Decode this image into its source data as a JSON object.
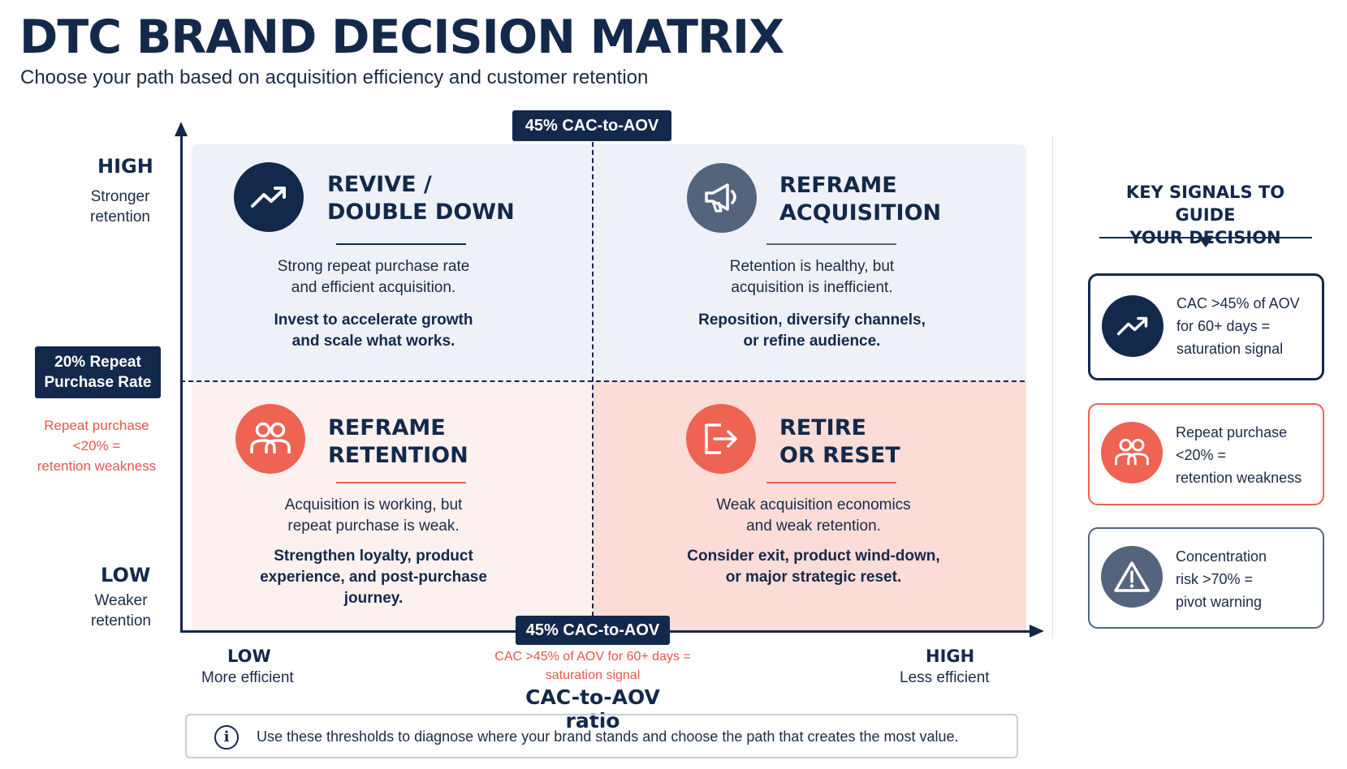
{
  "header": {
    "title": "DTC BRAND DECISION MATRIX",
    "subtitle": "Choose your path based on acquisition efficiency and customer retention"
  },
  "thresholds": {
    "x_top": "45% CAC-to-AOV",
    "x_bottom": "45% CAC-to-AOV",
    "y_line1": "20% Repeat",
    "y_line2": "Purchase Rate"
  },
  "y_axis": {
    "high": "HIGH",
    "high_sub1": "Stronger",
    "high_sub2": "retention",
    "low": "LOW",
    "low_sub1": "Weaker",
    "low_sub2": "retention",
    "note1": "Repeat purchase",
    "note2": "<20% =",
    "note3": "retention weakness"
  },
  "x_axis": {
    "title": "CAC-to-AOV ratio",
    "low": "LOW",
    "low_sub": "More efficient",
    "high": "HIGH",
    "high_sub": "Less efficient",
    "note1": "CAC >45% of AOV for 60+ days =",
    "note2": "saturation signal"
  },
  "quadrants": {
    "top_left": {
      "icon": "trending-up-icon",
      "title1": "REVIVE /",
      "title2": "DOUBLE DOWN",
      "body1": "Strong repeat purchase rate",
      "body2": "and efficient acquisition.",
      "action1": "Invest to accelerate growth",
      "action2": "and scale what works."
    },
    "top_right": {
      "icon": "megaphone-icon",
      "title1": "REFRAME",
      "title2": "ACQUISITION",
      "body1": "Retention is healthy, but",
      "body2": "acquisition is inefficient.",
      "action1": "Reposition, diversify channels,",
      "action2": "or refine audience."
    },
    "bottom_left": {
      "icon": "users-icon",
      "title1": "REFRAME",
      "title2": "RETENTION",
      "body1": "Acquisition is working, but",
      "body2": "repeat purchase is weak.",
      "action1": "Strengthen loyalty, product",
      "action2": "experience, and post-purchase",
      "action3": "journey."
    },
    "bottom_right": {
      "icon": "exit-icon",
      "title1": "RETIRE",
      "title2": "OR RESET",
      "body1": "Weak acquisition economics",
      "body2": "and weak retention.",
      "action1": "Consider exit, product wind-down,",
      "action2": "or major strategic reset."
    }
  },
  "signals": {
    "title1": "KEY SIGNALS TO GUIDE",
    "title2": "YOUR DECISION",
    "items": [
      {
        "icon": "trending-up-icon",
        "line1": "CAC >45% of AOV",
        "line2": "for 60+ days =",
        "line3": "saturation signal"
      },
      {
        "icon": "users-icon",
        "line1": "Repeat purchase",
        "line2": "<20% =",
        "line3": "retention weakness"
      },
      {
        "icon": "warning-icon",
        "line1": "Concentration",
        "line2": "risk >70% =",
        "line3": "pivot warning"
      }
    ]
  },
  "footer": {
    "icon": "info-icon",
    "text": "Use these thresholds to diagnose where your brand stands and choose the path that creates the most value."
  },
  "colors": {
    "navy": "#13294b",
    "slate": "#53657d",
    "coral": "#ee6352",
    "top_quadrant_bg": "#eef1f7",
    "bottom_left_bg": "#fdf1ef",
    "bottom_right_bg": "#fbdcd7"
  }
}
